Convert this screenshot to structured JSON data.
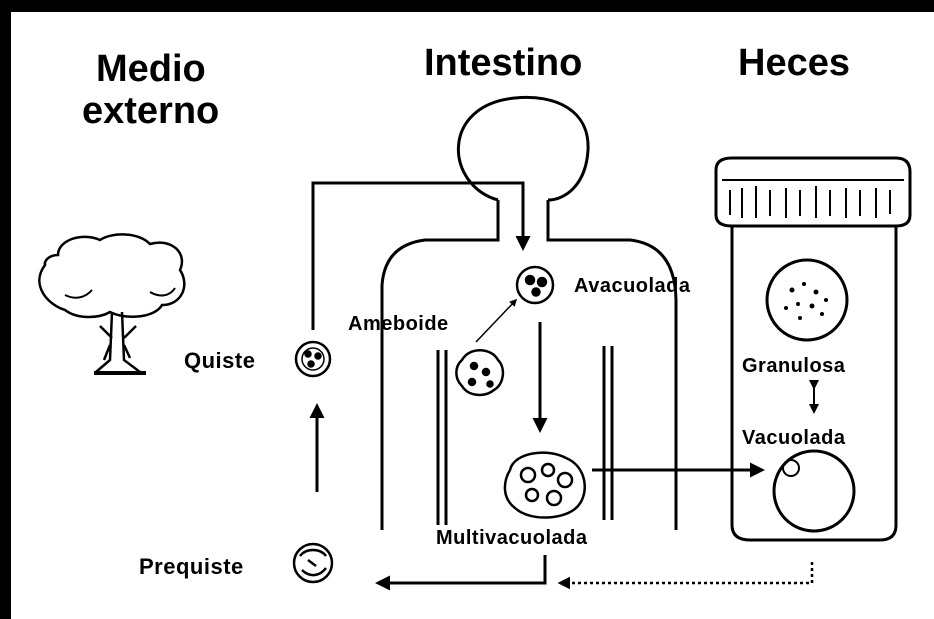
{
  "headers": {
    "medio_line1": "Medio",
    "medio_line2": "externo",
    "intestino": "Intestino",
    "heces": "Heces"
  },
  "stages": {
    "avacuolada": "Avacuolada",
    "ameboide": "Ameboide",
    "quiste": "Quiste",
    "granulosa": "Granulosa",
    "vacuolada": "Vacuolada",
    "multivacuolada": "Multivacuolada",
    "prequiste": "Prequiste"
  },
  "icons": [
    "tree-icon",
    "human-body-outline",
    "specimen-jar-icon"
  ],
  "colors": {
    "ink": "#000000",
    "background": "#ffffff"
  }
}
